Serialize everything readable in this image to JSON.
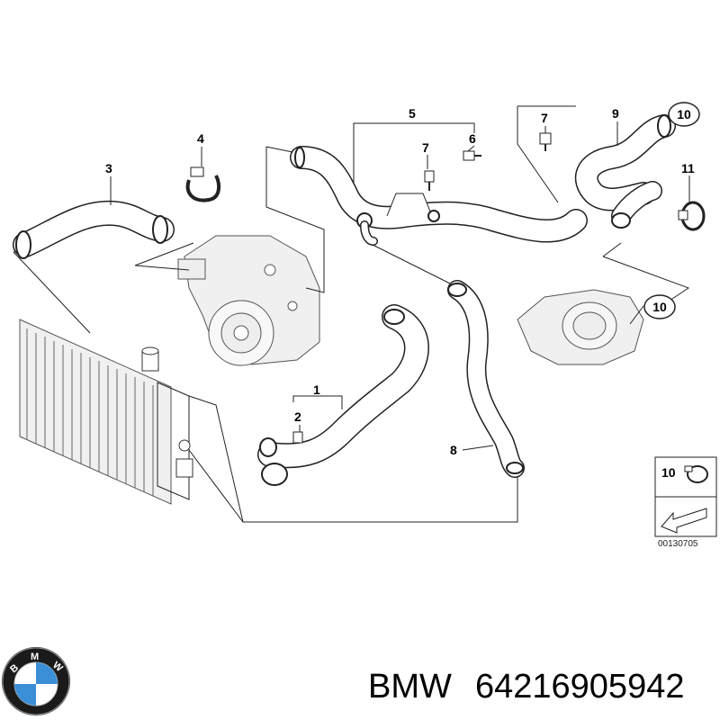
{
  "callouts": [
    {
      "id": "1",
      "label": "1"
    },
    {
      "id": "2",
      "label": "2"
    },
    {
      "id": "3",
      "label": "3"
    },
    {
      "id": "4",
      "label": "4"
    },
    {
      "id": "5",
      "label": "5"
    },
    {
      "id": "6",
      "label": "6"
    },
    {
      "id": "7a",
      "label": "7"
    },
    {
      "id": "7b",
      "label": "7"
    },
    {
      "id": "8",
      "label": "8"
    },
    {
      "id": "9",
      "label": "9"
    },
    {
      "id": "10a",
      "label": "10"
    },
    {
      "id": "10b",
      "label": "10"
    },
    {
      "id": "10c",
      "label": "10"
    },
    {
      "id": "11",
      "label": "11"
    }
  ],
  "reference_code": "00130705",
  "logo": {
    "letters": [
      "B",
      "M",
      "W"
    ],
    "colors": {
      "blue": "#3b8fd6",
      "ring": "#1a1a1a"
    }
  },
  "caption": {
    "brand": "BMW",
    "part_number": "64216905942"
  }
}
